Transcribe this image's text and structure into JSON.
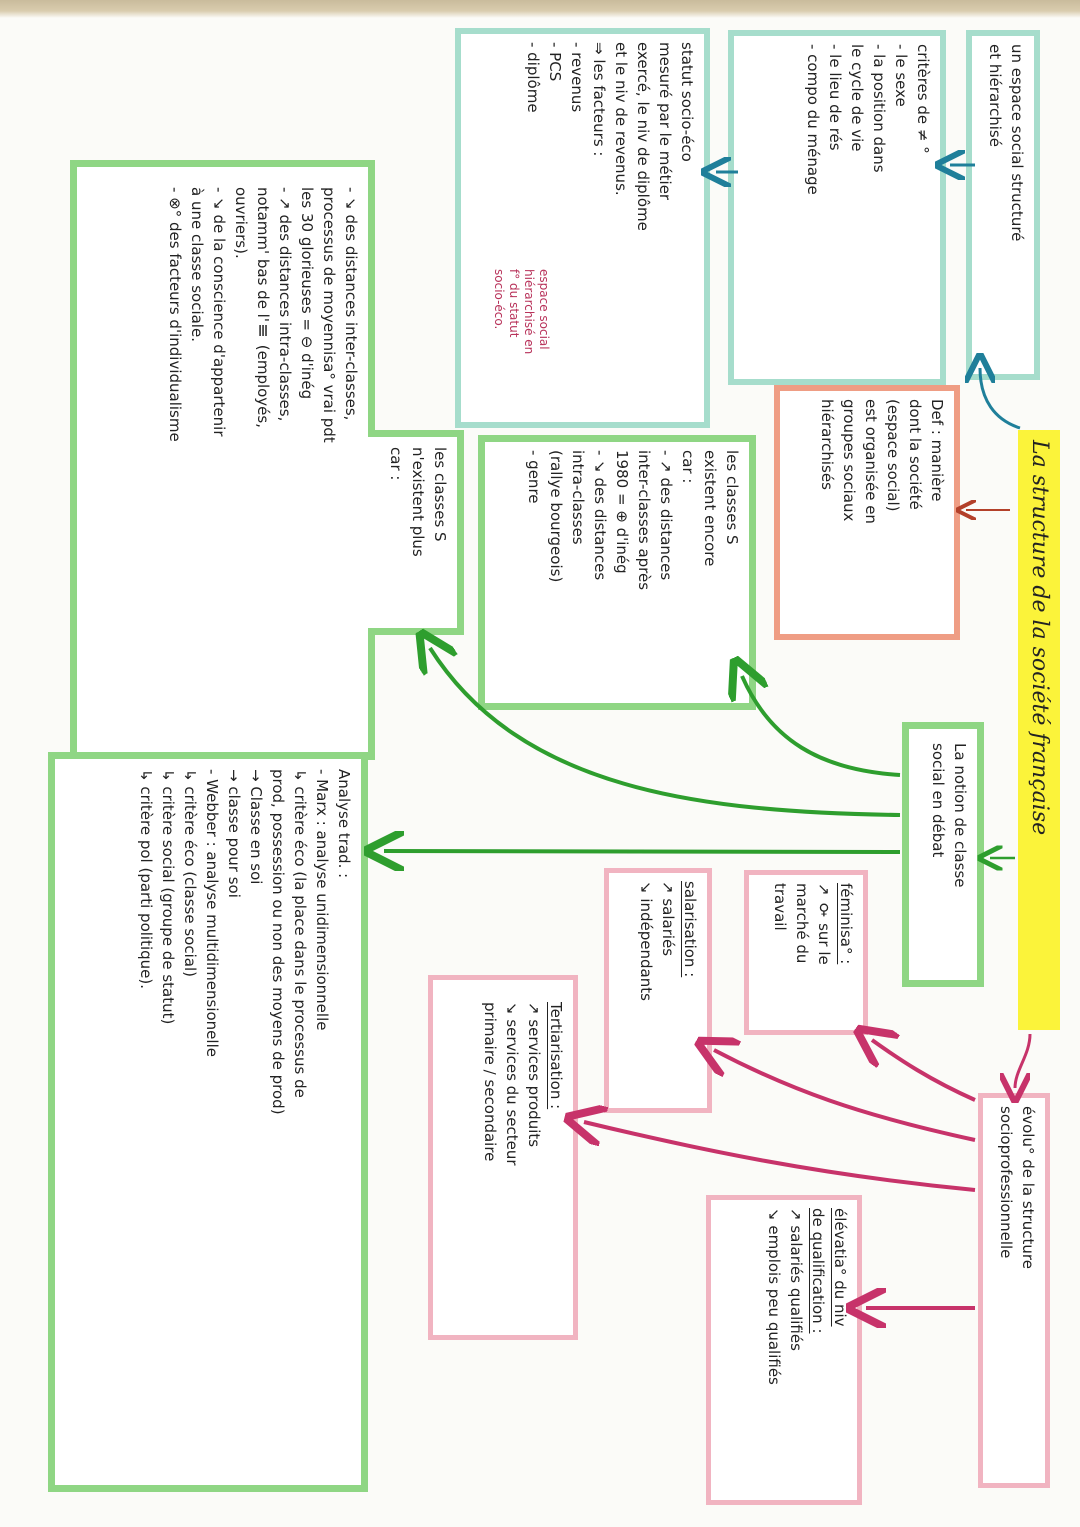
{
  "title": "La structure de la société française",
  "colors": {
    "title_highlight": "#fbf33a",
    "teal": "#a6ddcc",
    "green": "#8fd684",
    "orange": "#ef9d84",
    "pink": "#f1b4c1",
    "teal_arrow": "#1f7f9a",
    "green_arrow": "#2e9e2e",
    "pink_arrow": "#c7336a",
    "annotation_red": "#b8325a"
  },
  "nodes": {
    "espace_social": {
      "lines": [
        "un espace social structuré",
        "et hiérarchisé"
      ]
    },
    "criteres": {
      "lines": [
        "critères de ≠ °",
        "- le sexe",
        "- la position dans",
        "  le cycle de vie",
        "- le lieu de rés",
        "- compo du ménage"
      ]
    },
    "statut": {
      "lines": [
        "statut socio-éco",
        "mesuré par le métier",
        "exercé, le niv de diplôme",
        "et le niv de revenus.",
        "⇒ les facteurs :",
        "- revenus",
        "- PCS",
        "- diplôme"
      ],
      "annotation": [
        "espace social",
        "hiérarchisé en",
        "f° du statut",
        "socio-éco."
      ]
    },
    "definition": {
      "lines": [
        "Def : manière",
        "dont la société",
        "(espace social)",
        "est organisée en",
        "groupes sociaux",
        "hiérarchisés"
      ]
    },
    "classes_existent": {
      "lines": [
        "les classes S",
        "existent encore",
        "car :",
        "- ↗ des distances",
        "inter-classes après",
        "1980 = ⊕ d'inég",
        "- ↘ des distances",
        "intra-classes",
        "(rallye bourgeois)",
        "- genre"
      ]
    },
    "classes_nexistent_plus": {
      "lines": [
        "les classes S",
        "n'existent plus",
        "car :"
      ]
    },
    "classes_nexistent_details": {
      "lines": [
        "- ↘ des distances inter-classes,",
        "processus de moyennisa° vrai pdt",
        "les 30 glorieuses = ⊖ d'inég",
        "- ↗ des distances intra-classes,",
        "notamm' bas de l'Ⅲ (employés,",
        "ouvriers).",
        "- ↘ de la conscience d'appartenir",
        "à une classe sociale.",
        "- ⊗° des facteurs d'individualisme"
      ]
    },
    "notion_classe": {
      "lines": [
        "La notion de classe",
        "social en débat"
      ]
    },
    "analyse": {
      "lines": [
        "Analyse trad. :",
        "- Marx : analyse unidimensionnelle",
        "↳ critère éco (la place dans le processus de",
        "   prod, possession ou non des moyens de prod)",
        "→ Classe en soi",
        "→ classe pour soi",
        "- Webber : analyse multidimensionelle",
        "↳ critère éco (classe social)",
        "↳ critère social (groupe de statut)",
        "↳ critère pol (parti politique)."
      ]
    },
    "feminisation": {
      "title": "féminisa° :",
      "lines": [
        "↗ ♀ sur le",
        "marché du",
        "travail"
      ]
    },
    "salarisation": {
      "title": "salarisation :",
      "lines": [
        "↗ salariés",
        "↘ indépendants"
      ]
    },
    "tertiarisation": {
      "title": "Tertiarisation :",
      "lines": [
        "↗ services produits",
        "↘ services du secteur",
        "primaire / secondaire"
      ]
    },
    "evolution_structure": {
      "lines": [
        "évolu° de la structure",
        "socioprofessionnelle"
      ]
    },
    "elevation_qualification": {
      "title": "élévation du niv de qualification :",
      "title_lines": [
        "élévatia° du niv",
        "de qualification :"
      ],
      "lines": [
        "↗ salariés qualifiés",
        "↘ emplois peu qualifiés"
      ]
    }
  }
}
